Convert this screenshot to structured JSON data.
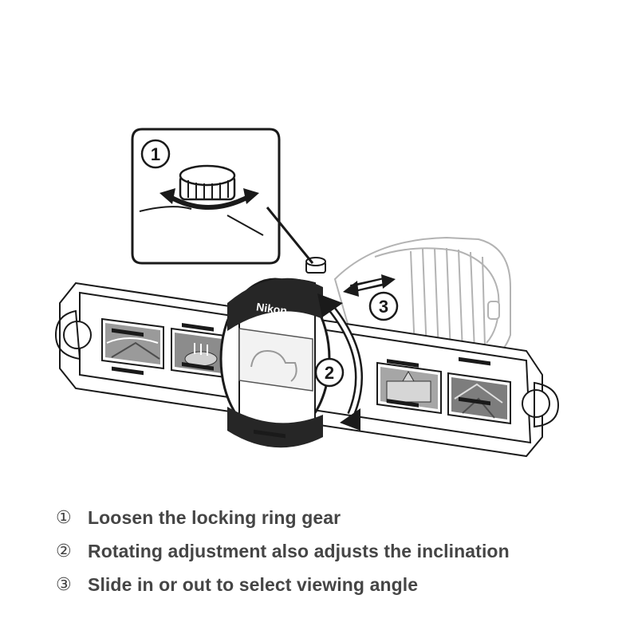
{
  "figure": {
    "brand": "Nikon",
    "callouts": {
      "ring": "1",
      "rotate": "2",
      "slide": "3"
    }
  },
  "legend": [
    {
      "marker": "①",
      "text": "Loosen the locking ring gear"
    },
    {
      "marker": "②",
      "text": "Rotating adjustment also adjusts the inclination"
    },
    {
      "marker": "③",
      "text": "Slide in or out to select viewing angle"
    }
  ],
  "colors": {
    "line": "#1a1a1a",
    "lens_line": "#b0b0b0",
    "film_gray": "#8c8c8c",
    "text": "#454545"
  },
  "icons": [
    "locking-ring-gear-icon",
    "rotate-arrow-icon",
    "slide-arrow-icon"
  ]
}
